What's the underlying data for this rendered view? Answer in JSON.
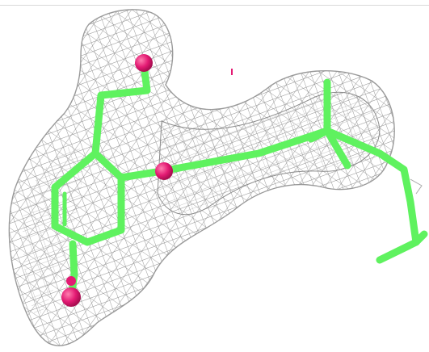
{
  "image": {
    "kind": "electron density map with stick model",
    "background": "#ffffff",
    "colors": {
      "mesh": "#9c9c9c",
      "carbon_bonds": "#5ff25f",
      "oxygen_atoms": "#e31a73"
    },
    "atoms": [
      {
        "element": "O",
        "name": "upper-oxygen"
      },
      {
        "element": "O",
        "name": "ether-oxygen"
      },
      {
        "element": "O",
        "name": "lower-oxygen"
      }
    ]
  }
}
